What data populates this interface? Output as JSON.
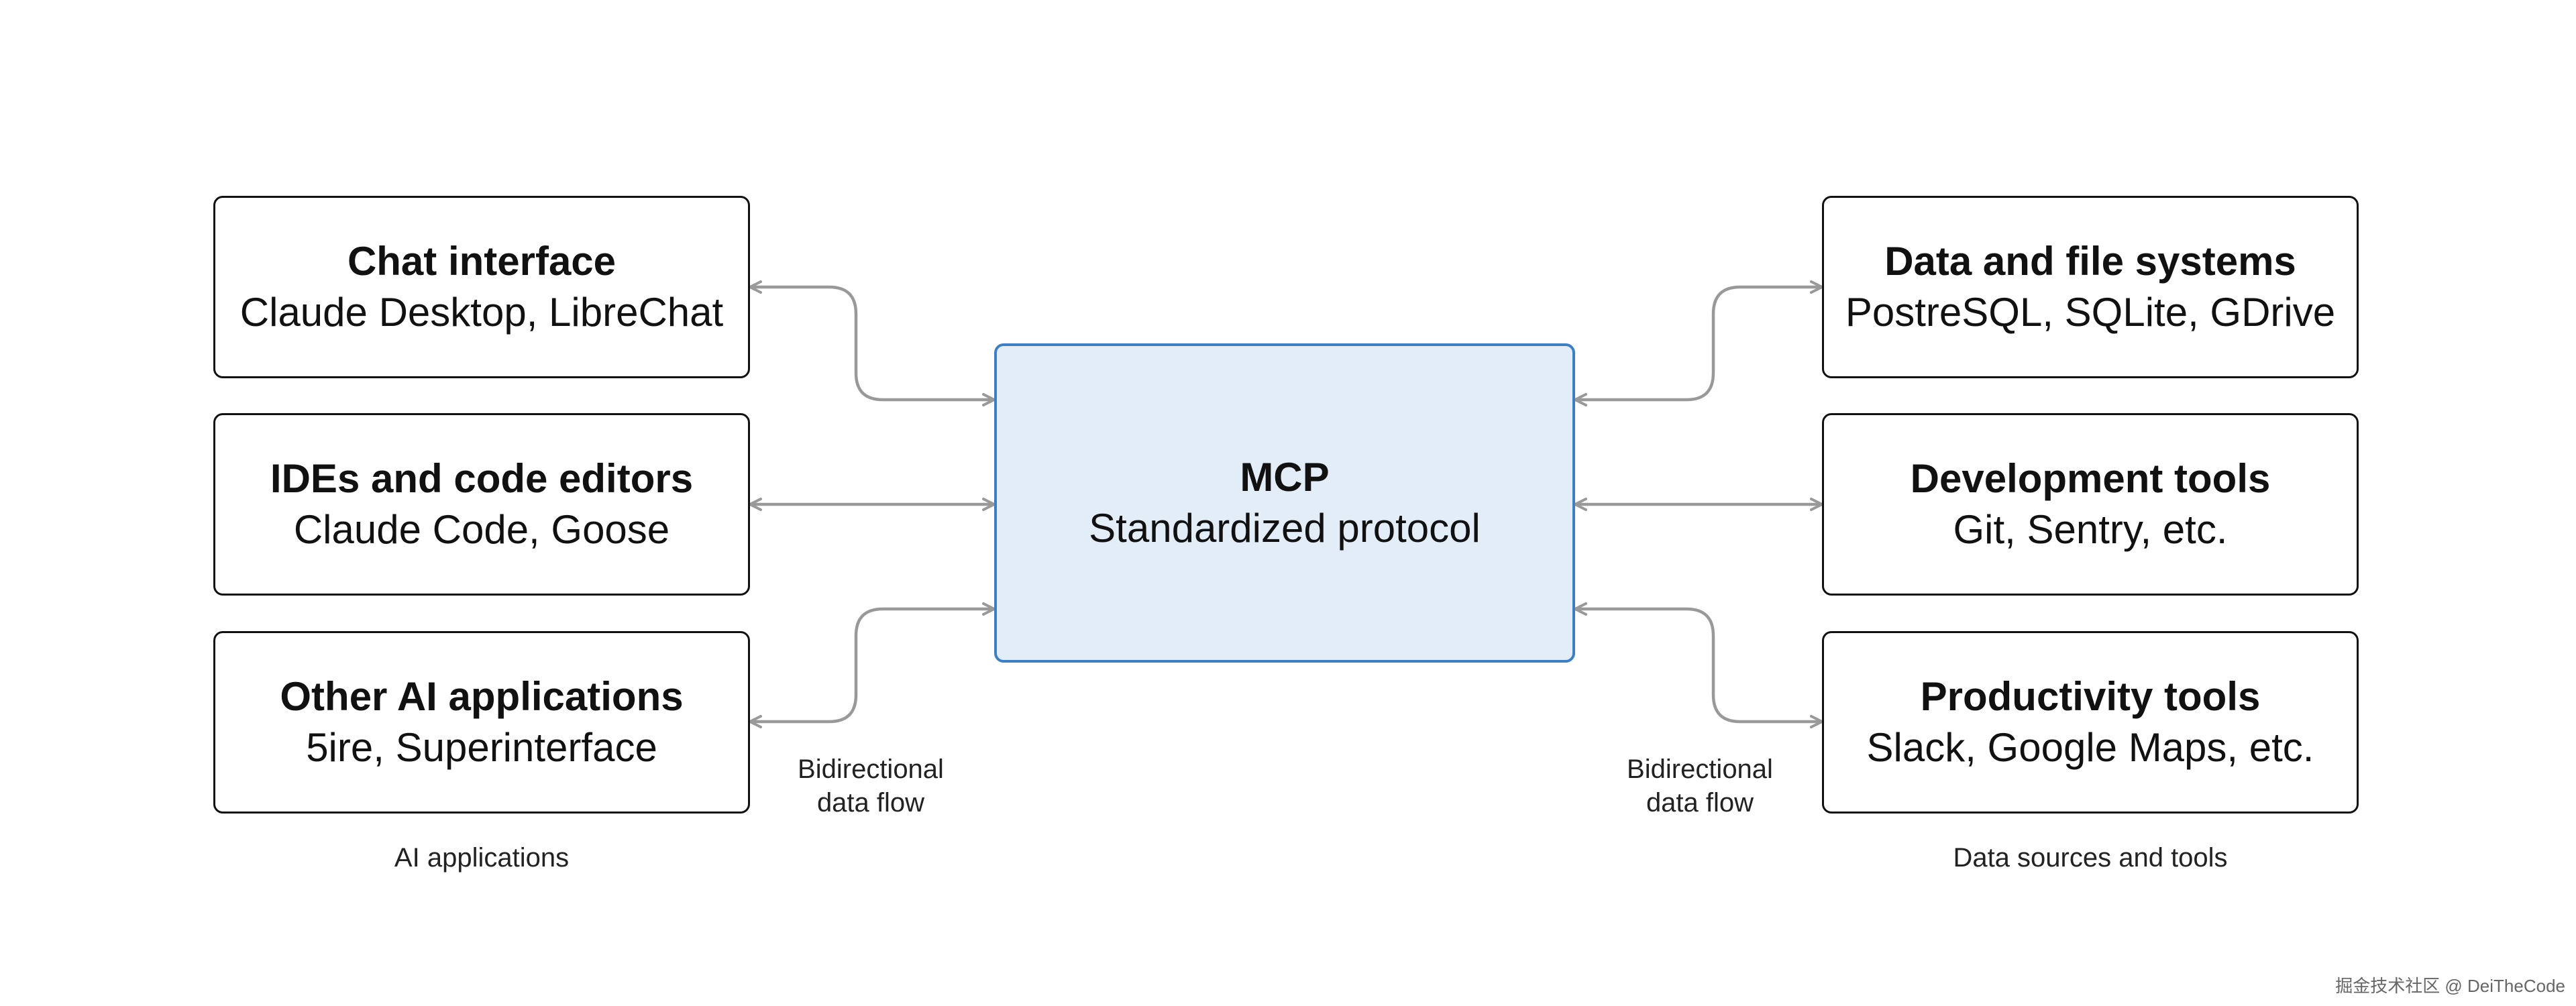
{
  "left_group": {
    "caption": "AI applications",
    "boxes": [
      {
        "title": "Chat interface",
        "subtitle": "Claude Desktop, LibreChat"
      },
      {
        "title": "IDEs and code editors",
        "subtitle": "Claude Code, Goose"
      },
      {
        "title": "Other AI applications",
        "subtitle": "5ire, Superinterface"
      }
    ]
  },
  "center": {
    "title": "MCP",
    "subtitle": "Standardized protocol"
  },
  "right_group": {
    "caption": "Data sources and tools",
    "boxes": [
      {
        "title": "Data and file systems",
        "subtitle": "PostreSQL, SQLite, GDrive"
      },
      {
        "title": "Development tools",
        "subtitle": "Git, Sentry, etc."
      },
      {
        "title": "Productivity tools",
        "subtitle": "Slack, Google Maps, etc."
      }
    ]
  },
  "flow_labels": {
    "left": {
      "line1": "Bidirectional",
      "line2": "data flow"
    },
    "right": {
      "line1": "Bidirectional",
      "line2": "data flow"
    }
  },
  "watermark": "掘金技术社区 @ DeiTheCode",
  "colors": {
    "center_fill": "#e3edf8",
    "center_border": "#3d7fc4",
    "box_border": "#111111",
    "arrow": "#999999"
  }
}
